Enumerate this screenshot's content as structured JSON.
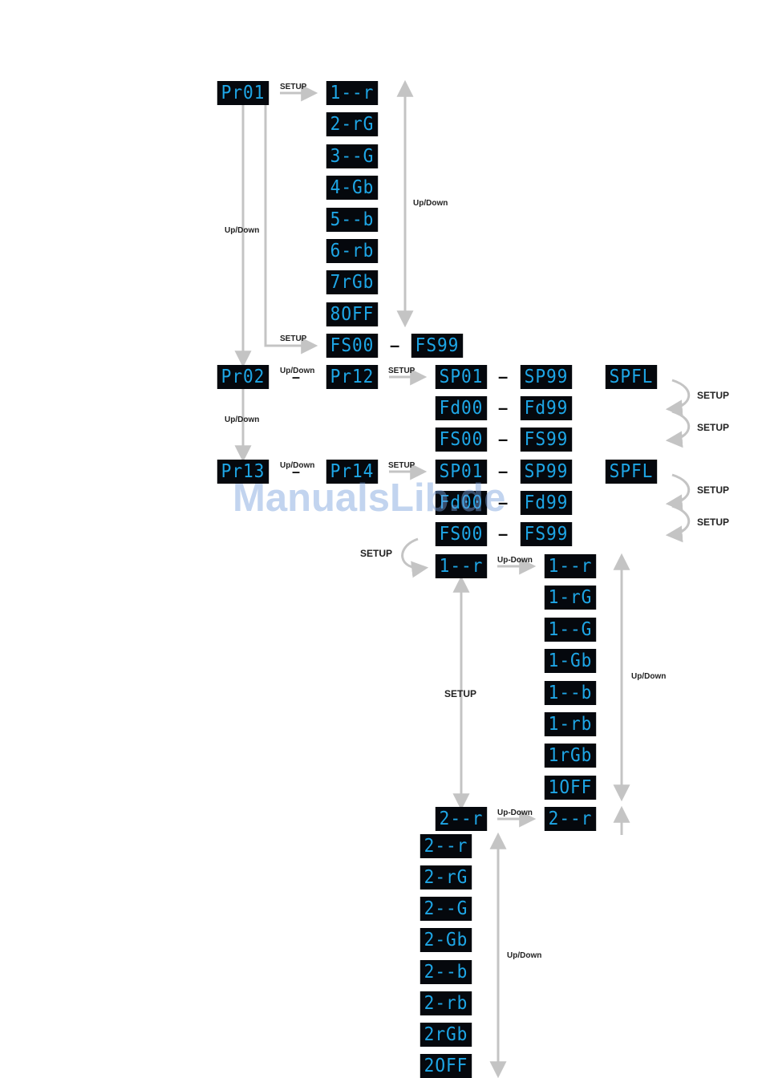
{
  "colors": {
    "display_bg": "#05080d",
    "display_text": "#1ea6e6",
    "arrow": "#c4c4c4"
  },
  "program_displays": [
    "Pr01",
    "Pr02",
    "Pr13",
    "Pr14"
  ],
  "pr01_options": [
    "1--r",
    "2-rG",
    "3--G",
    "4-Gb",
    "5--b",
    "6-rb",
    "7rGb",
    "8OFF"
  ],
  "pr01_fs": {
    "from": "FS00",
    "to": "FS99"
  },
  "pr02_menu": {
    "entry": "Pr12",
    "rows": [
      {
        "from": "SP01",
        "to": "SP99"
      },
      {
        "from": "Fd00",
        "to": "Fd99"
      },
      {
        "from": "FS00",
        "to": "FS99"
      }
    ],
    "spfl": "SPFL"
  },
  "pr13_menu": {
    "entry": "Pr14",
    "rows": [
      {
        "from": "SP01",
        "to": "SP99"
      },
      {
        "from": "Fd00",
        "to": "Fd99"
      },
      {
        "from": "FS00",
        "to": "FS99"
      }
    ],
    "spfl": "SPFL"
  },
  "ch1": {
    "display": "1--r",
    "options": [
      "1--r",
      "1-rG",
      "1--G",
      "1-Gb",
      "1--b",
      "1-rb",
      "1rGb",
      "1OFF"
    ]
  },
  "ch2": {
    "display": "2--r",
    "right_display": "2--r",
    "options": [
      "2--r",
      "2-rG",
      "2--G",
      "2-Gb",
      "2--b",
      "2-rb",
      "2rGb",
      "2OFF"
    ]
  },
  "labels": {
    "setup": "SETUP",
    "updown": "Up/Down",
    "updown_dash": "Up-Down",
    "dash": "–"
  },
  "watermark": "ManualsLib.de"
}
